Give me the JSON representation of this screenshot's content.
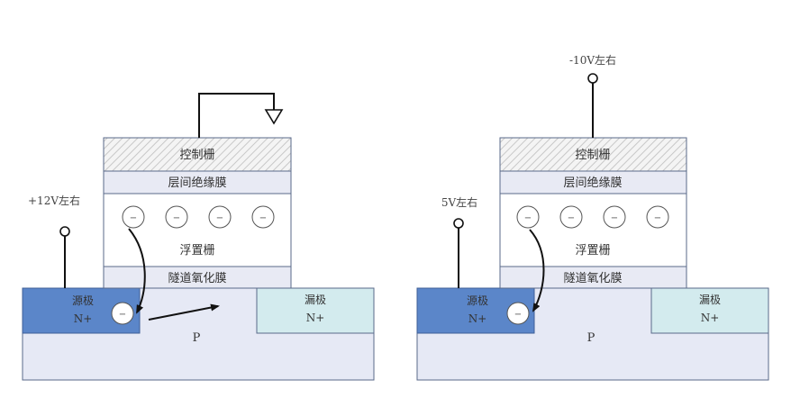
{
  "left_cell": {
    "voltage_label": "+12V左右",
    "control_gate": "控制栅",
    "interlayer_film": "层间绝缘膜",
    "floating_gate": "浮置栅",
    "tunnel_oxide": "隧道氧化膜",
    "source_label": "源极",
    "source_type": "N+",
    "drain_label": "漏极",
    "drain_type": "N+",
    "substrate": "P",
    "electron_symbol": "−"
  },
  "right_cell": {
    "gate_voltage_label": "-10V左右",
    "source_voltage_label": "5V左右",
    "control_gate": "控制栅",
    "interlayer_film": "层间绝缘膜",
    "floating_gate": "浮置栅",
    "tunnel_oxide": "隧道氧化膜",
    "source_label": "源极",
    "source_type": "N+",
    "drain_label": "漏极",
    "drain_type": "N+",
    "substrate": "P",
    "electron_symbol": "−"
  },
  "colors": {
    "source_fill": "#5b86c9",
    "drain_fill": "#d3ebee",
    "substrate_fill": "#e6e9f5",
    "layer_fill": "#e8eaf4",
    "outline": "#5a6a8a"
  }
}
